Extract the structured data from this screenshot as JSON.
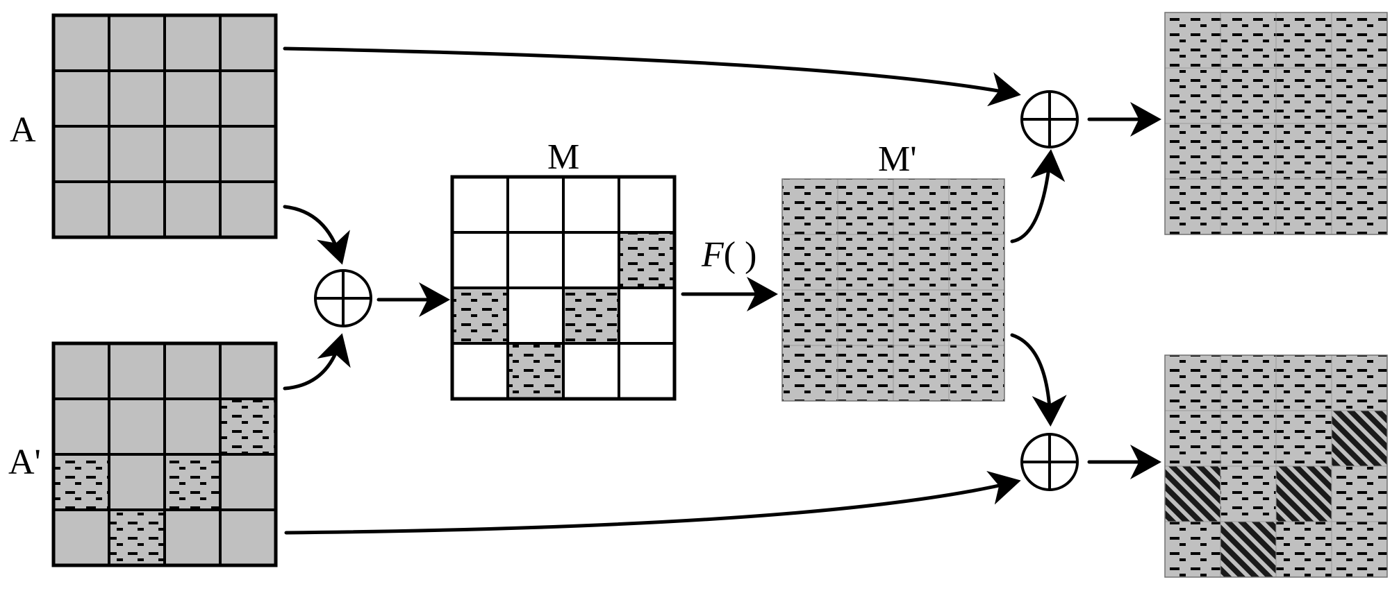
{
  "labels": {
    "a": "A",
    "a_prime": "A'",
    "m": "M",
    "m_prime": "M'",
    "f_func": "F",
    "f_paren": "( )"
  },
  "grids": {
    "A": [
      [
        0,
        0,
        0,
        0
      ],
      [
        0,
        0,
        0,
        0
      ],
      [
        0,
        0,
        0,
        0
      ],
      [
        0,
        0,
        0,
        0
      ]
    ],
    "Ap": [
      [
        0,
        0,
        0,
        0
      ],
      [
        0,
        0,
        0,
        1
      ],
      [
        1,
        0,
        1,
        0
      ],
      [
        0,
        1,
        0,
        0
      ]
    ],
    "M": [
      [
        0,
        0,
        0,
        0
      ],
      [
        0,
        0,
        0,
        1
      ],
      [
        1,
        0,
        1,
        0
      ],
      [
        0,
        1,
        0,
        0
      ]
    ],
    "Mp": [
      [
        1,
        1,
        1,
        1
      ],
      [
        1,
        1,
        1,
        1
      ],
      [
        1,
        1,
        1,
        1
      ],
      [
        1,
        1,
        1,
        1
      ]
    ],
    "out_top": [
      [
        1,
        1,
        1,
        1
      ],
      [
        1,
        1,
        1,
        1
      ],
      [
        1,
        1,
        1,
        1
      ],
      [
        1,
        1,
        1,
        1
      ]
    ],
    "out_bottom": [
      [
        1,
        1,
        1,
        1
      ],
      [
        1,
        1,
        1,
        2
      ],
      [
        2,
        1,
        2,
        1
      ],
      [
        1,
        2,
        1,
        1
      ]
    ]
  },
  "cell_legend": {
    "0": "plain",
    "1": "dashed-pattern",
    "2": "hatched-pattern"
  },
  "colors": {
    "gray": "#c0c0c0",
    "white": "#ffffff",
    "line": "#000000"
  }
}
